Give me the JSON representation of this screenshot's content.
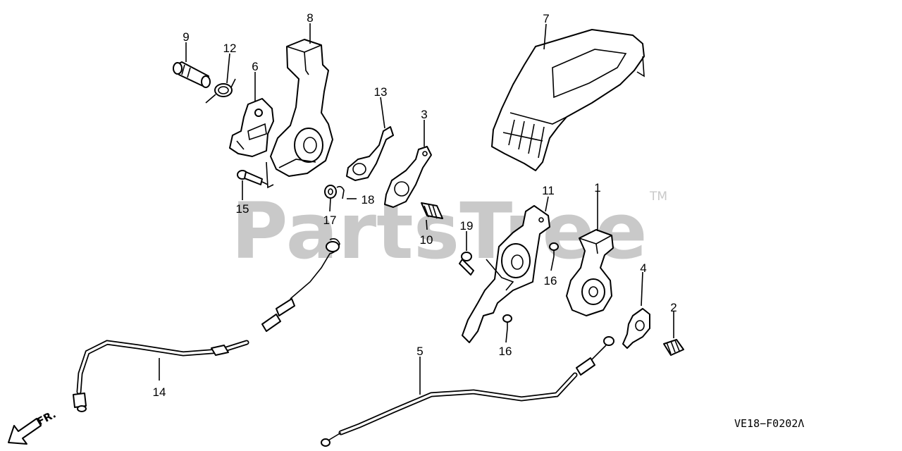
{
  "watermark": {
    "text": "PartsTree",
    "trademark": "TM"
  },
  "diagram_code": "VE18−F0202Λ",
  "direction_marker": {
    "label": "FR.",
    "icon": "arrow-down-left-icon"
  },
  "callouts": [
    {
      "id": "1",
      "label": "1"
    },
    {
      "id": "2",
      "label": "2"
    },
    {
      "id": "3",
      "label": "3"
    },
    {
      "id": "4",
      "label": "4"
    },
    {
      "id": "5",
      "label": "5"
    },
    {
      "id": "6",
      "label": "6"
    },
    {
      "id": "7",
      "label": "7"
    },
    {
      "id": "8",
      "label": "8"
    },
    {
      "id": "9",
      "label": "9"
    },
    {
      "id": "10",
      "label": "10"
    },
    {
      "id": "11",
      "label": "11"
    },
    {
      "id": "12",
      "label": "12"
    },
    {
      "id": "13",
      "label": "13"
    },
    {
      "id": "14",
      "label": "14"
    },
    {
      "id": "15",
      "label": "15"
    },
    {
      "id": "16a",
      "label": "16"
    },
    {
      "id": "16b",
      "label": "16"
    },
    {
      "id": "17",
      "label": "17"
    },
    {
      "id": "18",
      "label": "18"
    },
    {
      "id": "19",
      "label": "19"
    }
  ]
}
